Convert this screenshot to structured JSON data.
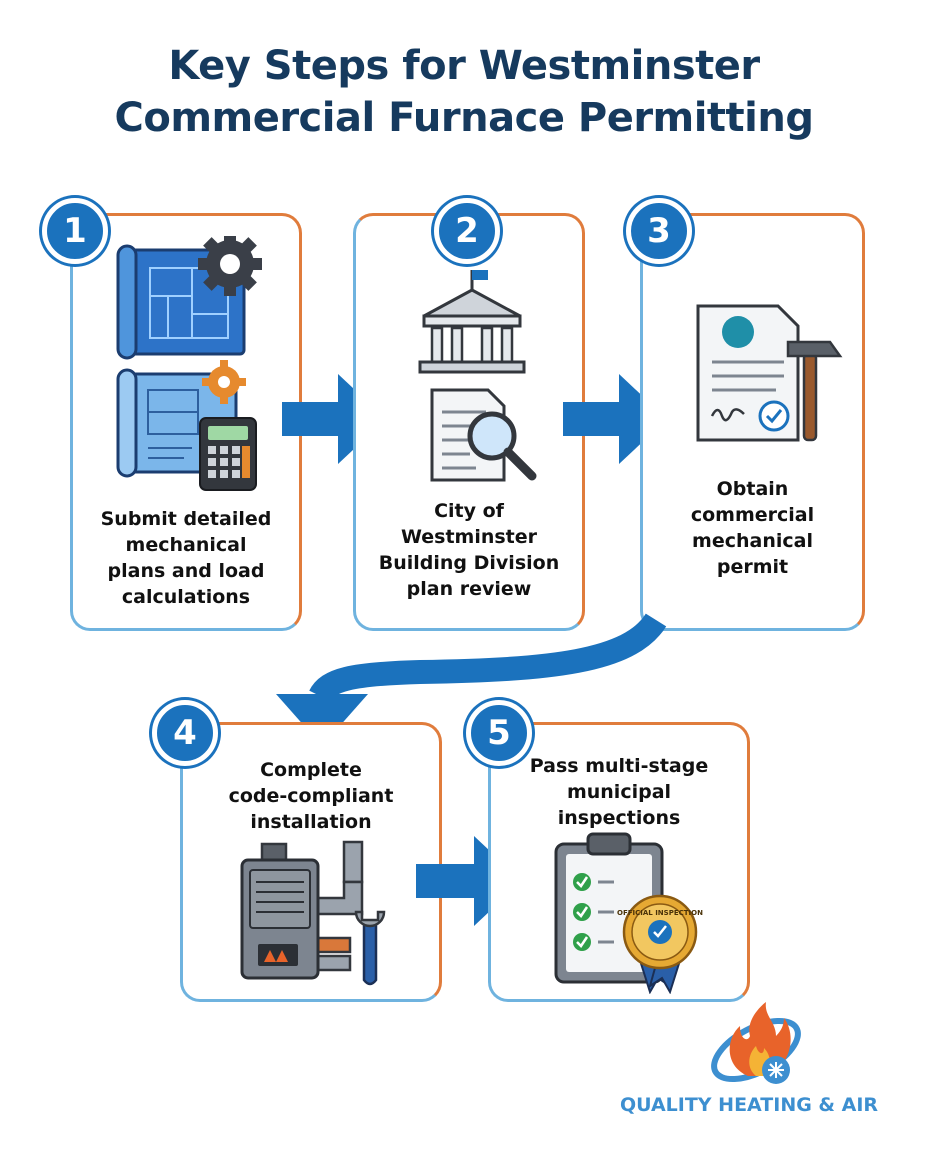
{
  "title": {
    "line1": "Key Steps for Westminster",
    "line2": "Commercial Furnace Permitting"
  },
  "steps": [
    {
      "number": "1",
      "lines": [
        "Submit detailed",
        "mechanical",
        "plans and load",
        "calculations"
      ],
      "icon": "blueprint-calculator-icon"
    },
    {
      "number": "2",
      "lines": [
        "City of",
        "Westminster",
        "Building Division",
        "plan review"
      ],
      "icon": "building-document-magnifier-icon"
    },
    {
      "number": "3",
      "lines": [
        "Obtain",
        "commercial",
        "mechanical",
        "permit"
      ],
      "icon": "permit-certificate-hammer-icon"
    },
    {
      "number": "4",
      "lines": [
        "Complete",
        "code-compliant",
        "installation"
      ],
      "icon": "furnace-wrench-icon"
    },
    {
      "number": "5",
      "lines": [
        "Pass multi-stage",
        "municipal",
        "inspections"
      ],
      "icon": "clipboard-inspection-badge-icon"
    }
  ],
  "seal_text": "OFFICIAL INSPECTION",
  "brand": {
    "name": "QUALITY HEATING & AIR"
  },
  "colors": {
    "title": "#163a5e",
    "accent_blue": "#1b72bd",
    "border_orange": "#e07c3c",
    "border_blue": "#6fb3df"
  }
}
